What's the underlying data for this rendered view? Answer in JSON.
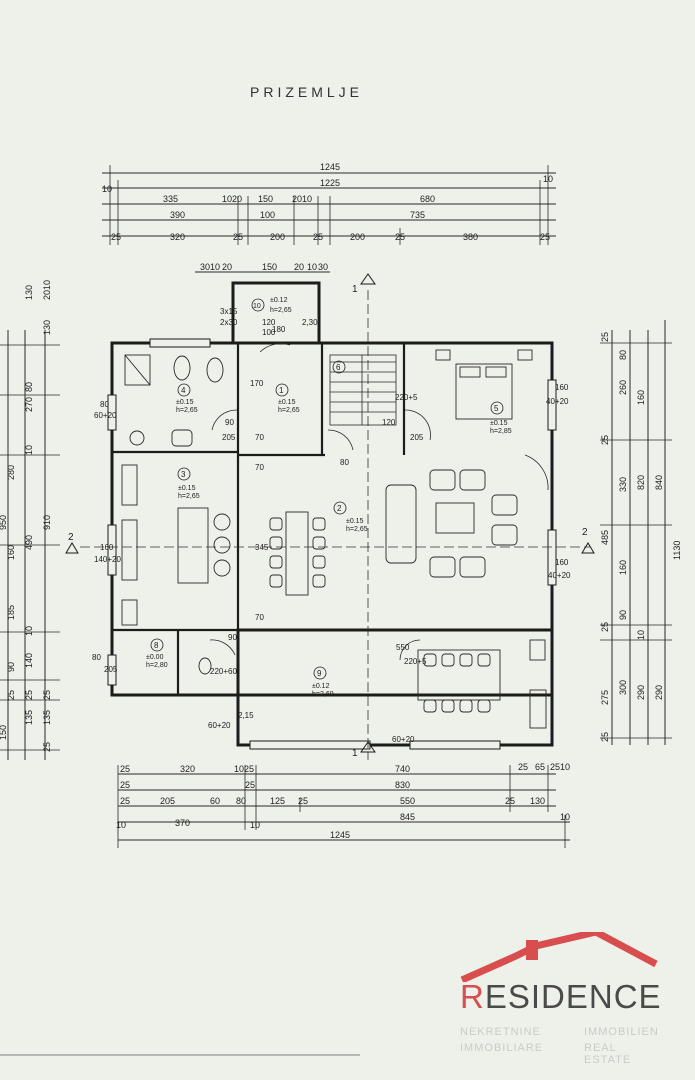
{
  "title": "PRIZEMLJE",
  "dims_top": {
    "row1": [
      "1245"
    ],
    "row2": [
      "10",
      "1225",
      "10"
    ],
    "row3": [
      "335",
      "1020",
      "150",
      "2010",
      "680"
    ],
    "row4": [
      "390",
      "100",
      "735"
    ],
    "row5": [
      "25",
      "320",
      "25",
      "200",
      "25",
      "200",
      "25",
      "380",
      "25"
    ],
    "row6": [
      "3010",
      "20",
      "150",
      "20",
      "10",
      "30"
    ]
  },
  "dims_bottom": {
    "row1": [
      "25",
      "320",
      "1025",
      "740",
      "25",
      "65",
      "2510"
    ],
    "row2": [
      "25",
      "25",
      "830"
    ],
    "row3": [
      "25",
      "205",
      "60",
      "80",
      "125",
      "25",
      "550",
      "25",
      "130"
    ],
    "row4": [
      "10",
      "370",
      "10",
      "845",
      "10"
    ],
    "row5": [
      "1245"
    ]
  },
  "dims_left": {
    "outer": [
      "950",
      "910",
      "150"
    ],
    "inner": [
      "130",
      "270",
      "280",
      "490",
      "160",
      "185",
      "140",
      "90",
      "135",
      "135",
      "25"
    ],
    "small": [
      "80",
      "10",
      "10",
      "25",
      "25",
      "25",
      "2010",
      "130"
    ]
  },
  "dims_right": {
    "outer": [
      "1130",
      "840",
      "820",
      "290"
    ],
    "inner": [
      "260",
      "330",
      "485",
      "160",
      "90",
      "275",
      "300",
      "290"
    ],
    "small": [
      "25",
      "80",
      "160",
      "25",
      "25",
      "10",
      "25"
    ]
  },
  "rooms": [
    {
      "num": "1",
      "level": "±0.15",
      "h": "h=2,65"
    },
    {
      "num": "2",
      "level": "±0.15",
      "h": "h=2,65"
    },
    {
      "num": "3",
      "level": "±0.15",
      "h": "h=2,65"
    },
    {
      "num": "4",
      "level": "±0.15",
      "h": "h=2,65"
    },
    {
      "num": "5",
      "level": "±0.15",
      "h": "h=2,85"
    },
    {
      "num": "6",
      "level": "",
      "h": ""
    },
    {
      "num": "8",
      "level": "±0.00",
      "h": "h=2,80"
    },
    {
      "num": "9",
      "level": "±0.12",
      "h": "h=2,69"
    },
    {
      "num": "10",
      "level": "±0.12",
      "h": "h=2,65"
    }
  ],
  "openings": [
    "80",
    "60+20",
    "160",
    "140+20",
    "90",
    "205",
    "220+5",
    "120",
    "160",
    "40+20",
    "160",
    "40+20",
    "205",
    "80",
    "205",
    "90",
    "220+60",
    "2,15",
    "60+20",
    "550",
    "220+5",
    "60+20",
    "3x15",
    "2x30",
    "170",
    "180",
    "80",
    "70",
    "70",
    "345",
    "70",
    "2,30",
    "120",
    "100"
  ],
  "section_marks": [
    "1",
    "1",
    "2",
    "2"
  ],
  "logo": {
    "word": "RESIDENCE",
    "sub": [
      "NEKRETNINE",
      "IMMOBILIEN",
      "IMMOBILIARE",
      "REAL ESTATE"
    ],
    "color_accent": "#d84d4d",
    "color_text": "#4a4a4a"
  }
}
